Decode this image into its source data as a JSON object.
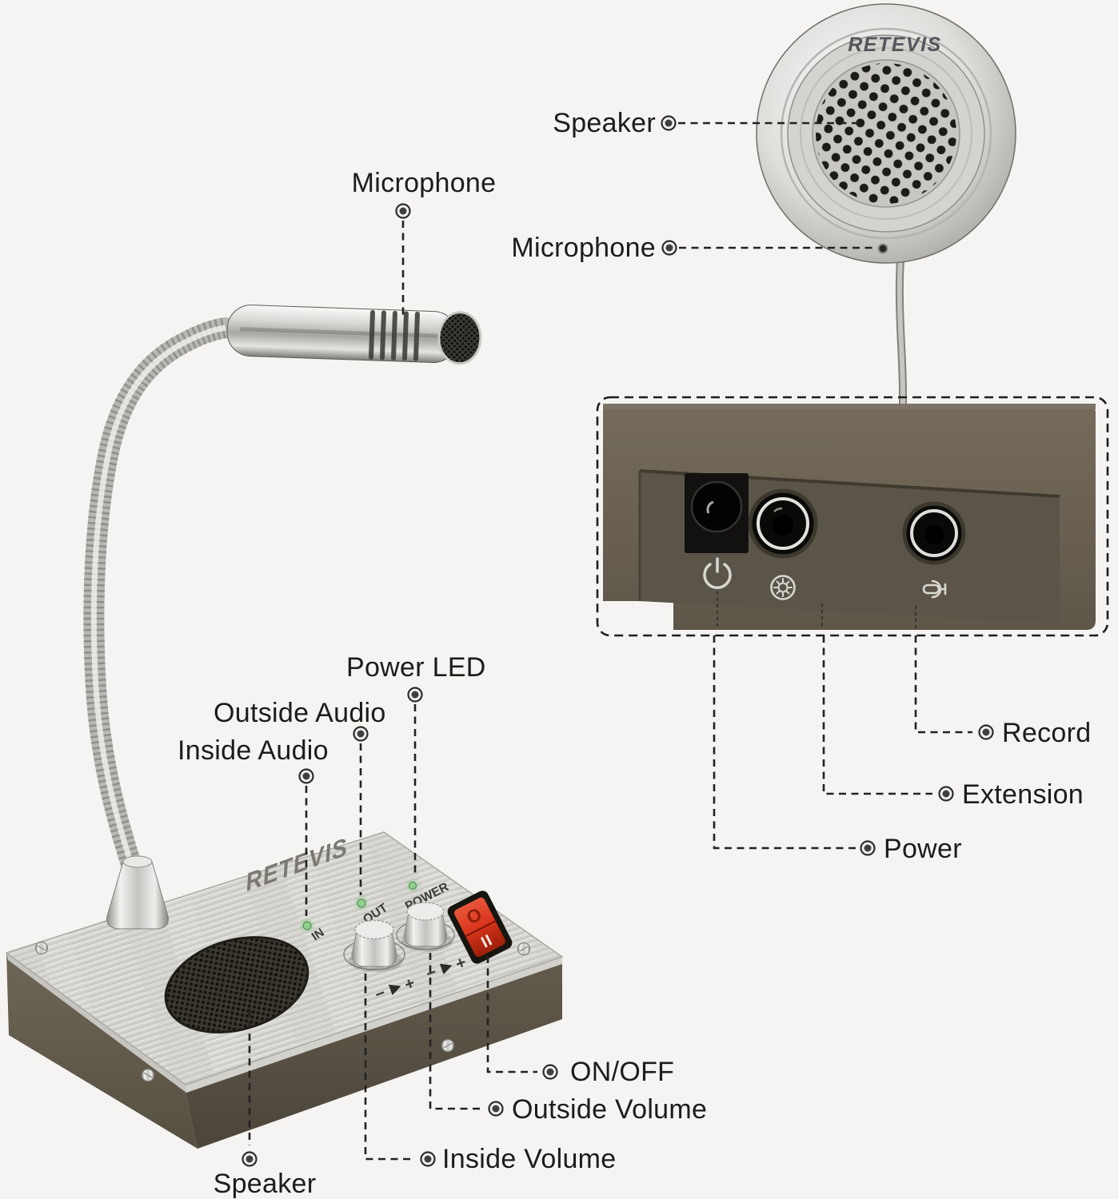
{
  "background_color": "#f5f4f2",
  "desk_unit": {
    "brand_logo": "RETEVIS",
    "markings": {
      "mic_in_led": "IN",
      "mic_out_led": "OUT",
      "power": "POWER",
      "switch_off": "O",
      "switch_on": "II",
      "volume_minus": "−",
      "volume_plus": "+"
    },
    "callouts": {
      "microphone": "Microphone",
      "power_led": "Power LED",
      "outside_audio": "Outside Audio",
      "inside_audio": "Inside Audio",
      "on_off": "ON/OFF",
      "outside_volume": "Outside Volume",
      "inside_volume": "Inside Volume",
      "speaker": "Speaker"
    }
  },
  "window_unit": {
    "brand_logo": "RETEVIS",
    "callouts": {
      "speaker": "Speaker",
      "microphone": "Microphone"
    }
  },
  "rear_panel": {
    "callouts": {
      "record": "Record",
      "extension": "Extension",
      "power": "Power"
    },
    "icons": [
      "power-icon",
      "extension-icon",
      "microphone-icon"
    ]
  },
  "colors": {
    "body_olive": "#6b6355",
    "panel_silver": "#d9d8d4",
    "switch_red": "#d8341c",
    "led_green": "#8fd08f",
    "leader_line": "#222222",
    "label_text": "#1c1c1c"
  }
}
